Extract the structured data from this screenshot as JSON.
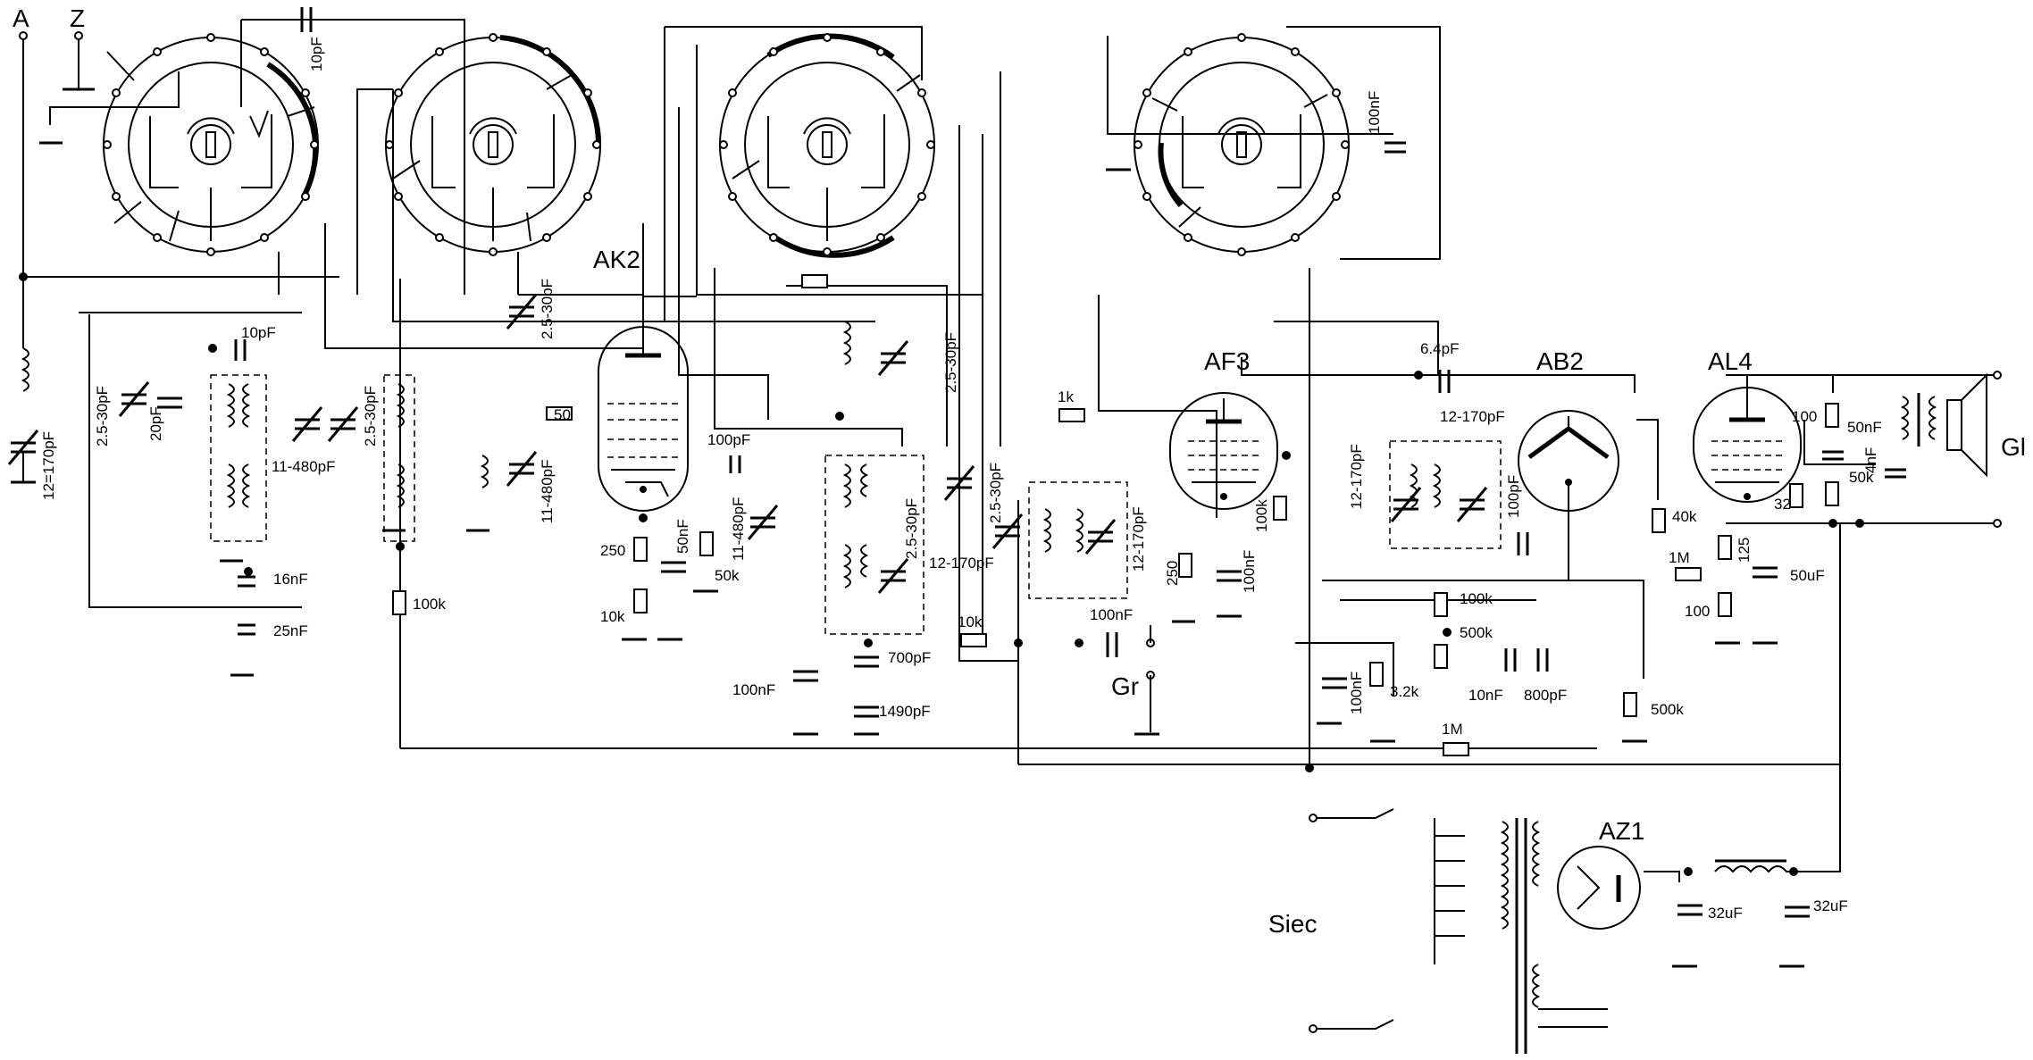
{
  "labels": {
    "antenna": "A",
    "ground_z": "Z",
    "gramophone": "Gr",
    "mains": "Siec",
    "speaker": "Gl"
  },
  "tubes": {
    "ak2": "AK2",
    "af3": "AF3",
    "ab2": "AB2",
    "al4": "AL4",
    "az1": "AZ1"
  },
  "components": {
    "c_10pf_top": "10pF",
    "c_12_170_ant": "12=170pF",
    "c_2530_a": "2.5-30pF",
    "c_20pf": "20pF",
    "c_10pf_mid": "10pF",
    "c_11480_a": "11-480pF",
    "c_2530_b": "2.5-30pF",
    "c_2530_c": "2.5-30pF",
    "c_11480_b": "11-480pF",
    "c_16nf": "16nF",
    "c_25nf": "25nF",
    "r_100k_a": "100k",
    "r_50": "50",
    "r_250_a": "250",
    "c_50nf_a": "50nF",
    "r_10k_a": "10k",
    "c_100pf_a": "100pF",
    "c_11480_c": "11-480pF",
    "r_50k_a": "50k",
    "c_2530_d": "2.5-30pF",
    "c_2530_e": "2.5-30pF",
    "c_2530_f": "2.5-30pF",
    "c_100nf_a": "100nF",
    "c_700pf": "700pF",
    "c_1490pf": "1490pF",
    "r_10k_b": "10k",
    "r_1k": "1k",
    "c_12170_a": "12-170pF",
    "c_12170_b": "12-170pF",
    "c_100nf_b": "100nF",
    "r_250_b": "250",
    "c_100nf_c": "100nF",
    "r_100k_b": "100k",
    "c_100nf_d": "100nF",
    "c_64pf": "6.4pF",
    "c_12170_c": "12-170pF",
    "c_12170_d": "12-170pF",
    "c_100pf_b": "100pF",
    "r_100k_c": "100k",
    "r_500k_a": "500k",
    "c_10nf": "10nF",
    "c_800pf": "800pF",
    "c_100nf_e": "100nF",
    "r_32k": "3.2k",
    "r_500k_b": "500k",
    "r_1m_a": "1M",
    "r_100_a": "100",
    "c_50nf_b": "50nF",
    "r_50k_b": "50k",
    "c_4nf": "4nF",
    "r_40k": "40k",
    "r_125": "125",
    "r_32": "32",
    "r_1m_b": "1M",
    "r_100_b": "100",
    "c_50uf": "50uF",
    "c_32uf_a": "32uF",
    "c_32uf_b": "32uF"
  }
}
